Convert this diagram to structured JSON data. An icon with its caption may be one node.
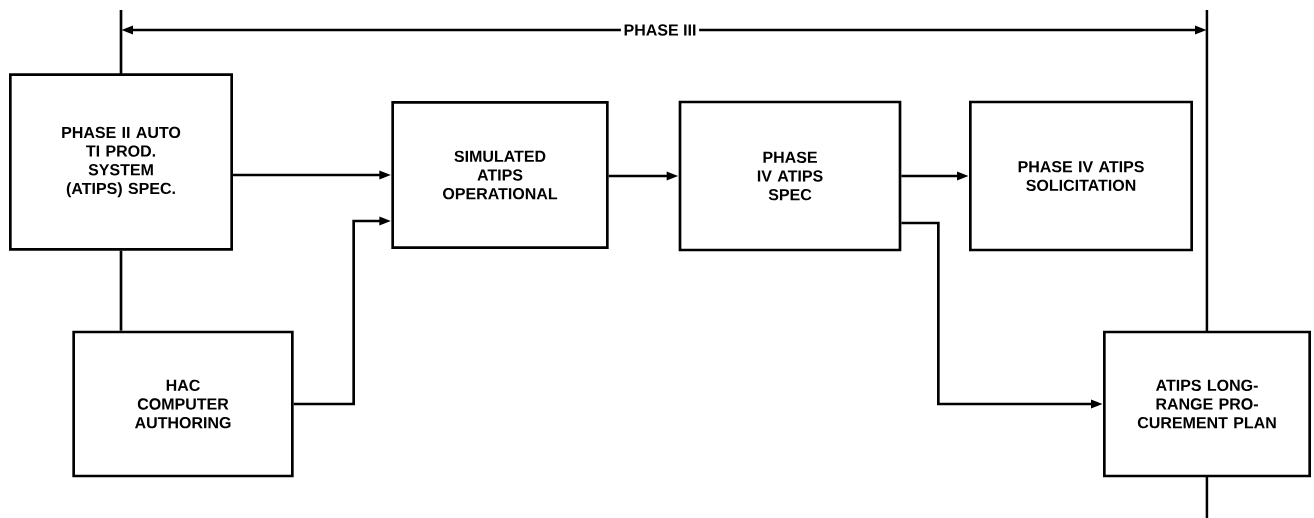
{
  "diagram": {
    "nodes": [
      {
        "text": [
          "PHASE II AUTO TI PROD. SYSTEM (ATIPS) SPEC."
        ]
      },
      {
        "text": [
          "HAC COMPUTER AUTHORING"
        ]
      },
      {
        "text": [
          "SIMULATED ATIPS OPERATIONAL"
        ]
      },
      {
        "text": [
          "PHASE IV ATIPS SPEC"
        ]
      },
      {
        "text": [
          "PHASE IV ATIPS SOLICITATION"
        ]
      },
      {
        "text": [
          "ATIPS LONG- RANGE PRO- CUREMENT PLAN"
        ]
      }
    ],
    "edges": [
      {
        "from": 0,
        "to": 2,
        "arrow": "to"
      },
      {
        "from": 1,
        "to": 2,
        "arrow": "to"
      },
      {
        "from": 2,
        "to": 3,
        "arrow": "to"
      },
      {
        "from": 3,
        "to": 4,
        "arrow": "to"
      },
      {
        "from": 3,
        "to": 5,
        "arrow": "to"
      },
      {
        "from": 0,
        "to": 1,
        "arrow": "none"
      }
    ],
    "labels": [
      "PHASE III"
    ]
  }
}
